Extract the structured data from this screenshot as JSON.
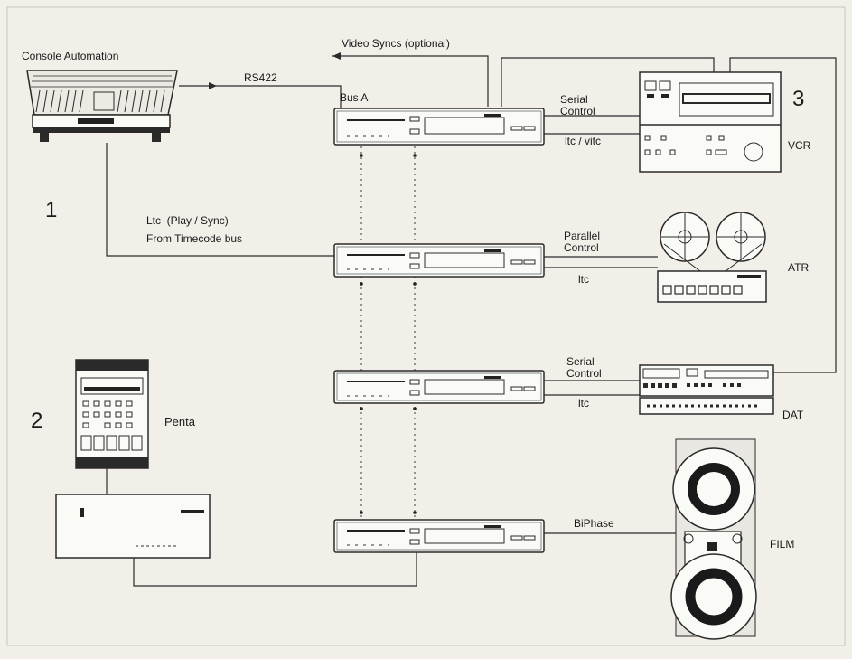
{
  "labels": {
    "console_automation": "Console Automation",
    "video_syncs": "Video Syncs (optional)",
    "rs422": "RS422",
    "bus_a": "Bus A",
    "serial_control_vcr": "Serial\nControl",
    "ltc_vitc": "ltc / vitc",
    "vcr": "VCR",
    "ltc_play_sync": "Ltc  (Play / Sync)",
    "from_timecode_bus": "From Timecode bus",
    "parallel_control": "Parallel\nControl",
    "ltc_atr": "ltc",
    "atr": "ATR",
    "serial_control_dat": "Serial\nControl",
    "ltc_dat": "ltc",
    "dat": "DAT",
    "penta": "Penta",
    "biphase": "BiPhase",
    "film": "FILM"
  },
  "numbers": {
    "one": "1",
    "two": "2",
    "three": "3"
  },
  "colors": {
    "background": "#f1efe8",
    "line": "#2b2b2b"
  }
}
